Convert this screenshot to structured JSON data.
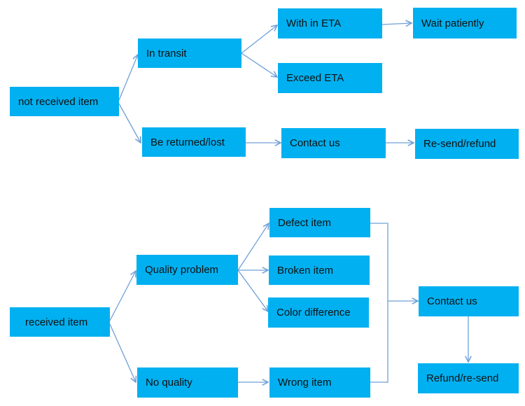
{
  "colors": {
    "box_fill": "#00b0f0",
    "box_text": "#111111",
    "connector": "#6fa0d8"
  },
  "top_flow": {
    "root": "not received item",
    "in_transit": "In transit",
    "returned_lost": "Be returned/lost",
    "within_eta": "With in ETA",
    "exceed_eta": "Exceed ETA",
    "wait_patiently": "Wait patiently",
    "contact_us": "Contact us",
    "resend_refund": "Re-send/refund"
  },
  "bottom_flow": {
    "root": "received item",
    "quality_problem": "Quality problem",
    "no_quality": "No quality",
    "defect_item": "Defect item",
    "broken_item": "Broken item",
    "color_difference": "Color difference",
    "wrong_item": "Wrong item",
    "contact_us": "Contact us",
    "refund_resend": "Refund/re-send"
  }
}
